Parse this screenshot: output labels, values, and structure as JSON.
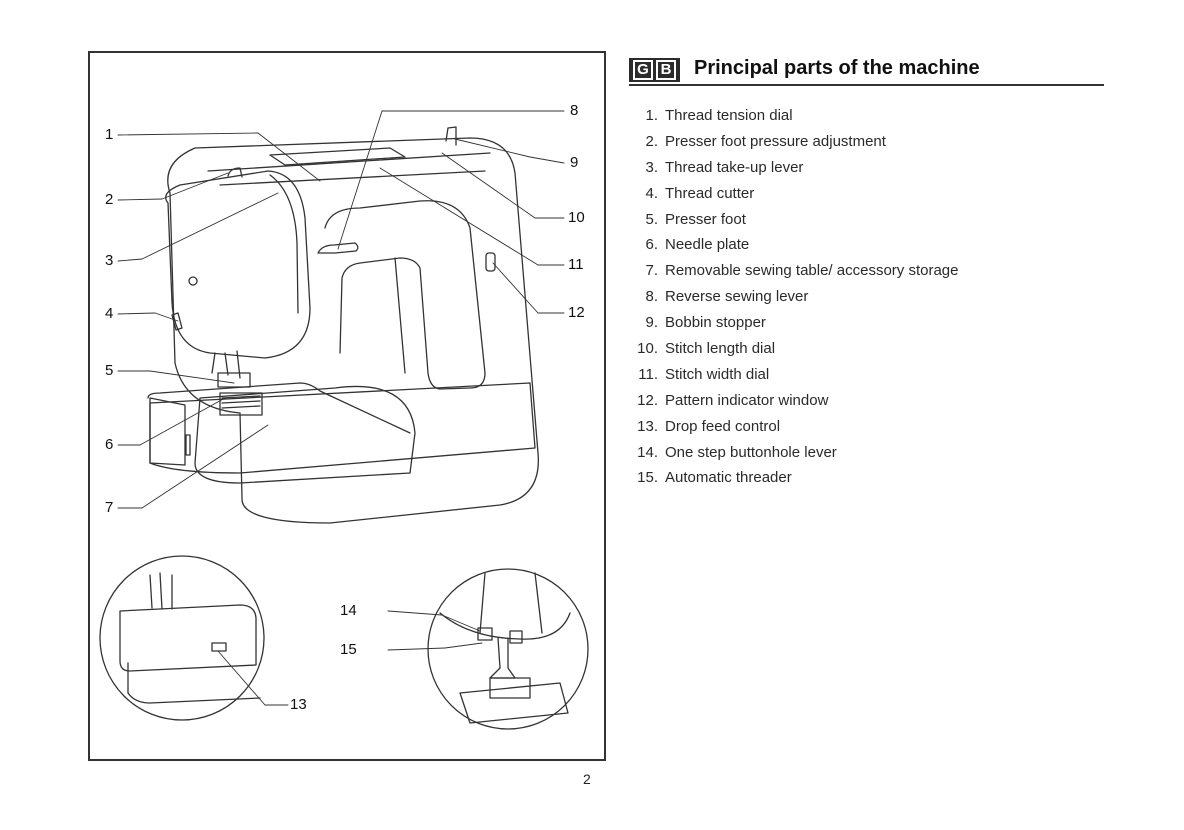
{
  "section": {
    "lang_badge": [
      "G",
      "B"
    ],
    "title": "Principal parts of the machine"
  },
  "parts": [
    {
      "num": "1.",
      "label": "Thread tension dial"
    },
    {
      "num": "2.",
      "label": "Presser foot pressure adjustment"
    },
    {
      "num": "3.",
      "label": "Thread take-up lever"
    },
    {
      "num": "4.",
      "label": "Thread cutter"
    },
    {
      "num": "5.",
      "label": "Presser foot"
    },
    {
      "num": "6.",
      "label": "Needle plate"
    },
    {
      "num": "7.",
      "label": "Removable sewing table/ accessory storage"
    },
    {
      "num": "8.",
      "label": "Reverse sewing lever"
    },
    {
      "num": "9.",
      "label": "Bobbin stopper"
    },
    {
      "num": "10.",
      "label": "Stitch length dial"
    },
    {
      "num": "11.",
      "label": "Stitch width dial"
    },
    {
      "num": "12.",
      "label": "Pattern indicator window"
    },
    {
      "num": "13.",
      "label": "Drop feed control"
    },
    {
      "num": "14.",
      "label": "One step buttonhole lever"
    },
    {
      "num": "15.",
      "label": "Automatic threader"
    }
  ],
  "callouts": [
    "1",
    "2",
    "3",
    "4",
    "5",
    "6",
    "7",
    "8",
    "9",
    "10",
    "11",
    "12",
    "13",
    "14",
    "15"
  ],
  "page_number": "2"
}
